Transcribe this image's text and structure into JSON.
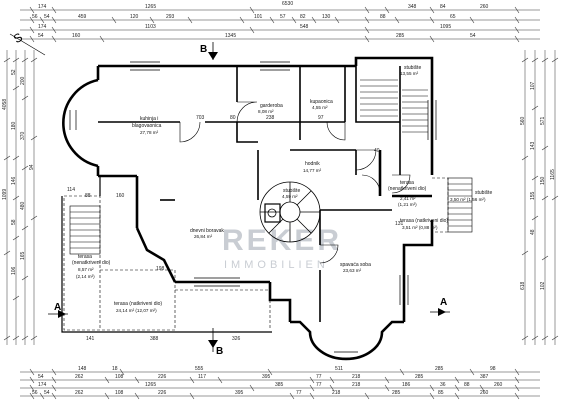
{
  "compass": "S",
  "watermark": {
    "brand": "REKER",
    "sub": "IMMOBILIEN"
  },
  "section_marks": {
    "a": "A",
    "b": "B"
  },
  "top_dims": {
    "row1": [
      "174",
      "1265",
      "348",
      "84",
      "260",
      "6530"
    ],
    "row2": [
      "56",
      "54",
      "459",
      "120",
      "293",
      "101",
      "57",
      "82",
      "130",
      "88",
      "65"
    ],
    "row3": [
      "174",
      "1103",
      "548",
      "1095"
    ],
    "row4": [
      "54",
      "160",
      "1345",
      "285",
      "54"
    ]
  },
  "bottom_dims": {
    "row1": [
      "148",
      "18",
      "555",
      "511",
      "285",
      "98"
    ],
    "row2": [
      "54",
      "262",
      "108",
      "226",
      "117",
      "395",
      "77",
      "218",
      "285",
      "387"
    ],
    "row3": [
      "174",
      "1265",
      "385",
      "77",
      "218",
      "186",
      "36",
      "88",
      "260"
    ],
    "row4": [
      "56",
      "54",
      "262",
      "108",
      "226",
      "395",
      "77",
      "218",
      "285",
      "85",
      "260"
    ]
  },
  "left_dims": [
    "52",
    "200",
    "370",
    "180",
    "146",
    "94",
    "480",
    "58",
    "1099",
    "106",
    "4058",
    "165"
  ],
  "right_dims": [
    "107",
    "560",
    "571",
    "143",
    "1165",
    "155",
    "150",
    "48",
    "618",
    "102"
  ],
  "inner_dims": [
    "703",
    "80",
    "238",
    "97",
    "114",
    "88",
    "160",
    "198",
    "141",
    "388",
    "326",
    "131",
    "40"
  ],
  "rooms": [
    {
      "name": "stubište",
      "area": "13,55 m²"
    },
    {
      "name": "garderoba",
      "area": "8,08 m²"
    },
    {
      "name": "kupaonica",
      "area": "4,55 m²"
    },
    {
      "name": "kuhinja i",
      "name2": "blagovaonica",
      "area": "27,78 m²"
    },
    {
      "name": "hodnik",
      "area": "14,77 m²"
    },
    {
      "name": "stubište",
      "area": "4,59 m²"
    },
    {
      "name": "terasa",
      "name2": "(nenatkriveni dio)",
      "area": "2,41 m²",
      "area2": "(1,21 m²)"
    },
    {
      "name": "stubište",
      "area": "3,50 m² (1,56 m²)"
    },
    {
      "name": "terasa (natkriveni dio)",
      "area": "3,51 m² (0,88 m²)"
    },
    {
      "name": "dnevni boravak",
      "area": "26,84 m²"
    },
    {
      "name": "terasa",
      "name2": "(nenatkriveni dio)",
      "area": "8,57 m²",
      "area2": "(2,14 m²)"
    },
    {
      "name": "spavaća soba",
      "area": "23,63 m²"
    },
    {
      "name": "terasa (natkriveni dio)",
      "area": "24,14 m² (12,07 m²)"
    }
  ]
}
